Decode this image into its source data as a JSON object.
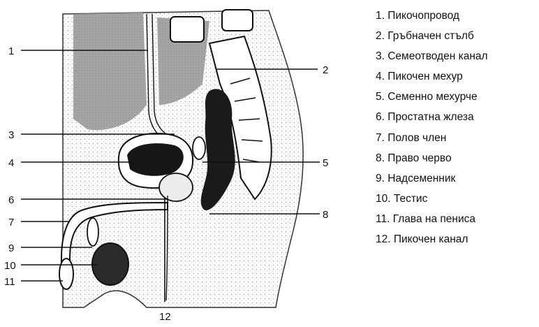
{
  "figure": {
    "description_labels": [
      {
        "id": "1",
        "text": "1. Пикочопровод"
      },
      {
        "id": "2",
        "text": "2. Гръбначен стълб"
      },
      {
        "id": "3",
        "text": "3. Семеотводен канал"
      },
      {
        "id": "4",
        "text": "4. Пикочен мехур"
      },
      {
        "id": "5",
        "text": "5. Семенно мехурче"
      },
      {
        "id": "6",
        "text": "6. Простатна жлеза"
      },
      {
        "id": "7",
        "text": "7. Полов член"
      },
      {
        "id": "8",
        "text": "8. Право черво"
      },
      {
        "id": "9",
        "text": "9.  Надсеменник"
      },
      {
        "id": "10",
        "text": "10. Тестис"
      },
      {
        "id": "11",
        "text": "11. Глава на пениса"
      },
      {
        "id": "12",
        "text": "12. Пикочен канал"
      }
    ],
    "callouts": {
      "n1": "1",
      "n2": "2",
      "n3": "3",
      "n4": "4",
      "n5": "5",
      "n6": "6",
      "n7": "7",
      "n8": "8",
      "n9": "9",
      "n10": "10",
      "n11": "11",
      "n12": "12"
    }
  }
}
